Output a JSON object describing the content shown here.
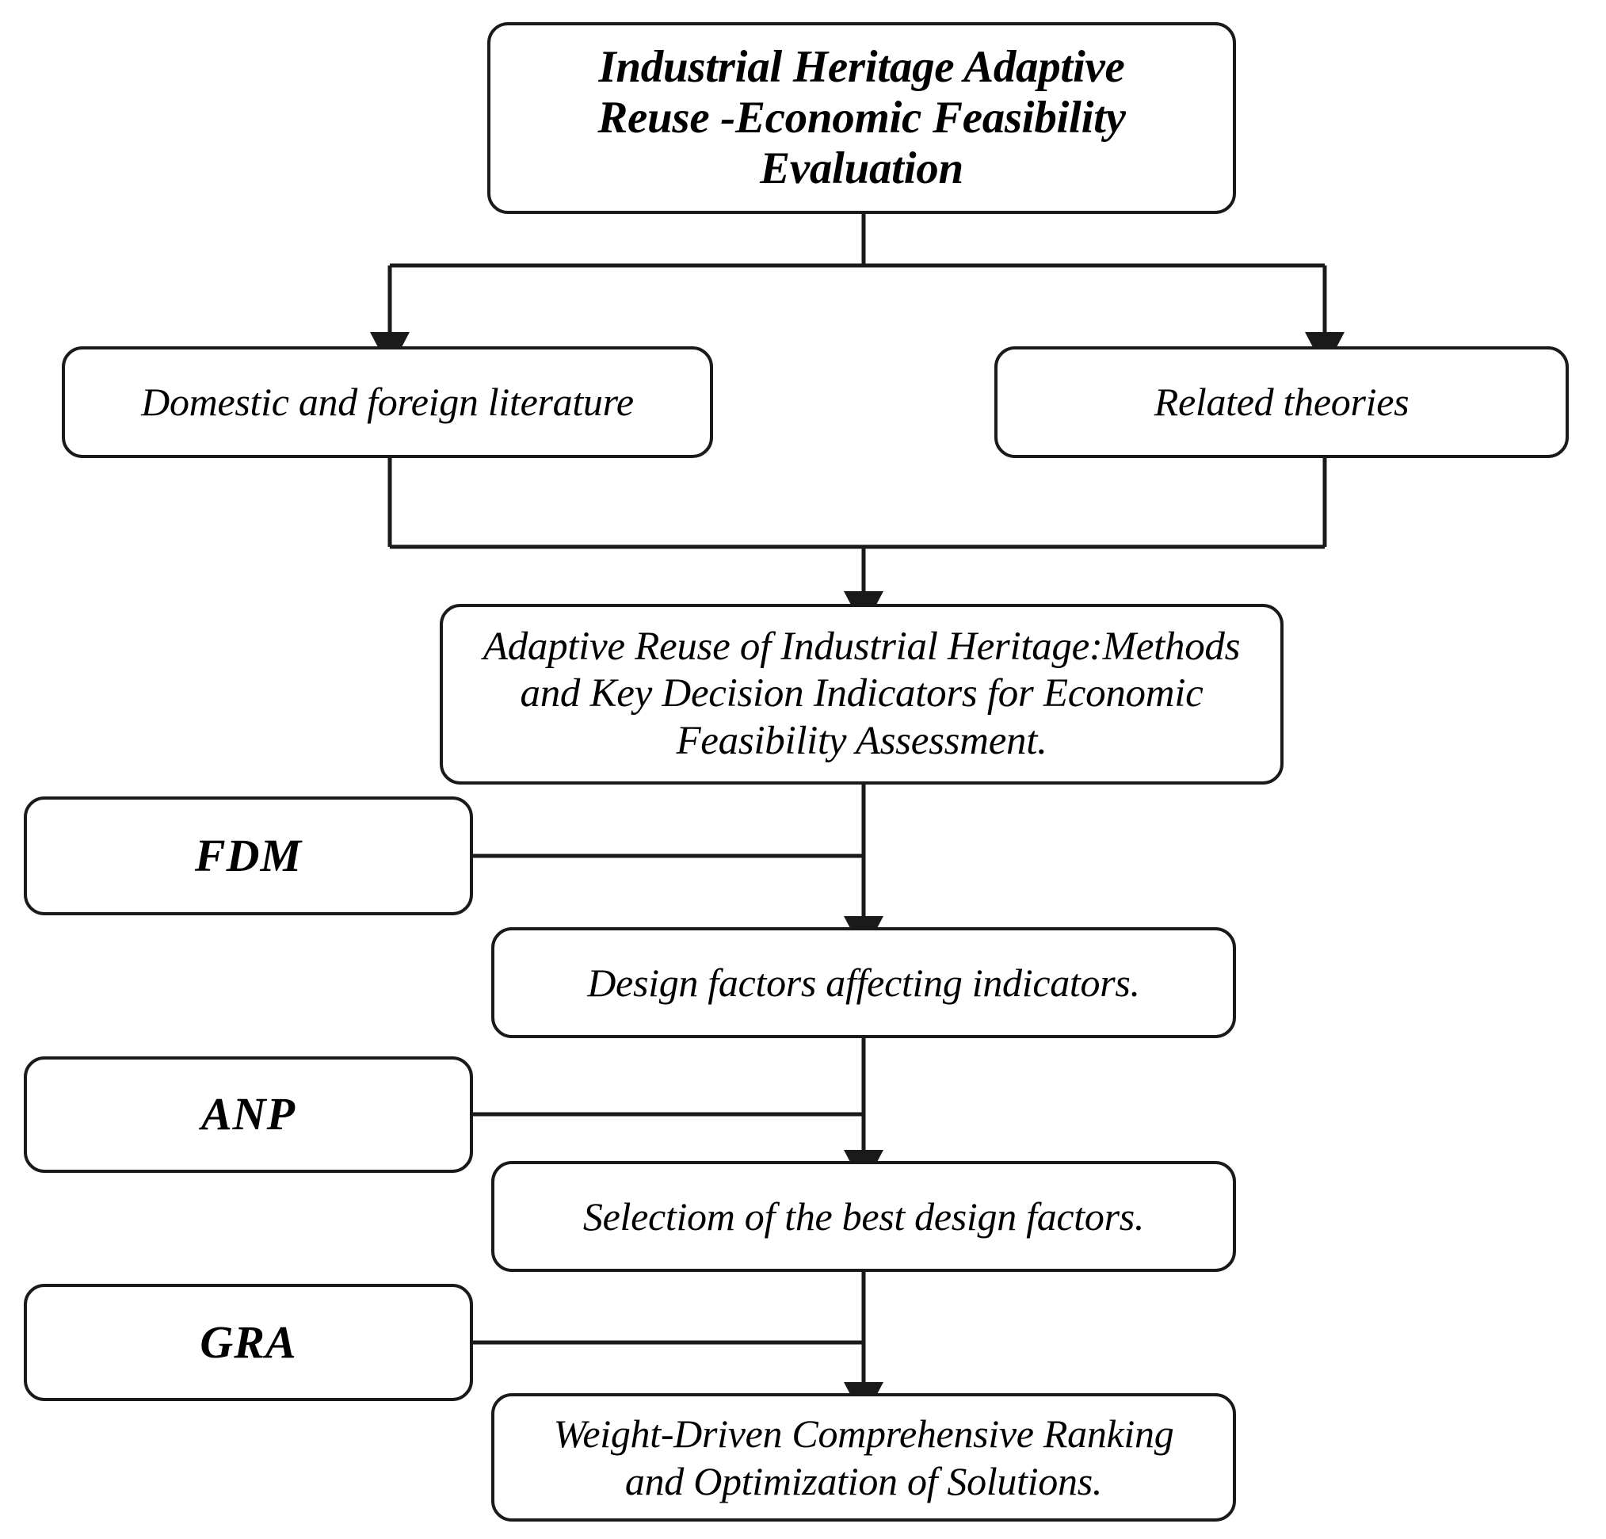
{
  "diagram": {
    "type": "flowchart",
    "orientation": "top-to-bottom",
    "background_color": "#ffffff",
    "line_color": "#1a1a1a",
    "text_color": "#000000",
    "nodes": {
      "title": {
        "label": "Industrial Heritage Adaptive\nReuse -Economic Feasibility\nEvaluation",
        "shape": "rounded-rectangle",
        "style": "bold-italic"
      },
      "literature": {
        "label": "Domestic and foreign literature",
        "shape": "rounded-rectangle",
        "style": "italic"
      },
      "theories": {
        "label": "Related theories",
        "shape": "rounded-rectangle",
        "style": "italic"
      },
      "methods_indicators": {
        "label": "Adaptive Reuse of Industrial Heritage:Methods\nand Key Decision Indicators for Economic\nFeasibility Assessment.",
        "shape": "rounded-rectangle",
        "style": "italic"
      },
      "fdm": {
        "label": "FDM",
        "shape": "rounded-rectangle",
        "style": "bold-italic"
      },
      "design_factors": {
        "label": "Design factors affecting indicators.",
        "shape": "rounded-rectangle",
        "style": "italic"
      },
      "anp": {
        "label": "ANP",
        "shape": "rounded-rectangle",
        "style": "bold-italic"
      },
      "selection": {
        "label": "Selectiom of the best design factors.",
        "shape": "rounded-rectangle",
        "style": "italic"
      },
      "gra": {
        "label": "GRA",
        "shape": "rounded-rectangle",
        "style": "bold-italic"
      },
      "ranking": {
        "label": "Weight-Driven Comprehensive Ranking\nand Optimization of Solutions.",
        "shape": "rounded-rectangle",
        "style": "italic"
      }
    },
    "edges": [
      {
        "from": "title",
        "to": "literature",
        "arrow": true
      },
      {
        "from": "title",
        "to": "theories",
        "arrow": true
      },
      {
        "from": "literature",
        "to": "methods_indicators",
        "arrow": true
      },
      {
        "from": "theories",
        "to": "methods_indicators",
        "arrow": true
      },
      {
        "from": "methods_indicators",
        "to": "design_factors",
        "arrow": true
      },
      {
        "from": "fdm",
        "to": "design_factors",
        "arrow": false
      },
      {
        "from": "design_factors",
        "to": "selection",
        "arrow": true
      },
      {
        "from": "anp",
        "to": "selection",
        "arrow": false
      },
      {
        "from": "selection",
        "to": "ranking",
        "arrow": true
      },
      {
        "from": "gra",
        "to": "ranking",
        "arrow": false
      }
    ]
  }
}
